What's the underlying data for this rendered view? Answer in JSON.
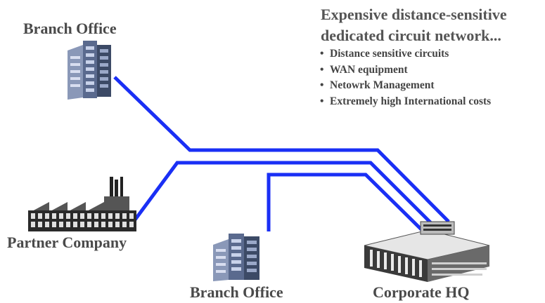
{
  "diagram": {
    "heading": {
      "line1": "Expensive distance-sensitive",
      "line2": "dedicated circuit  network..."
    },
    "bullets": [
      "Distance  sensitive circuits",
      "WAN equipment",
      "Netowrk Management",
      "Extremely high International costs"
    ],
    "nodes": {
      "branch_office_top": {
        "label": "Branch Office",
        "icon": "office-building-icon"
      },
      "partner_company": {
        "label": "Partner Company",
        "icon": "factory-icon"
      },
      "branch_office_bottom": {
        "label": "Branch Office",
        "icon": "office-building-icon"
      },
      "corporate_hq": {
        "label": "Corporate HQ",
        "icon": "corporate-campus-icon"
      }
    },
    "links": [
      {
        "from": "Branch Office",
        "to": "Corporate HQ"
      },
      {
        "from": "Partner Company",
        "to": "Corporate HQ"
      },
      {
        "from": "Branch Office",
        "to": "Corporate HQ"
      }
    ],
    "colors": {
      "circuit": "#1a2ff5",
      "text": "#4a4a4a",
      "building_dark": "#3c4a66",
      "building_light": "#8a98b8"
    }
  }
}
